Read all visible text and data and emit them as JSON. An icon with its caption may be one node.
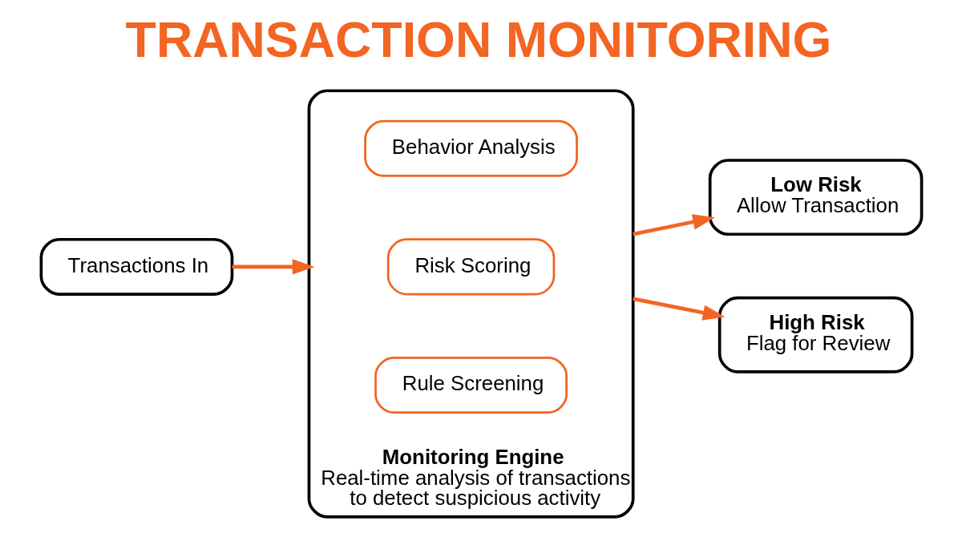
{
  "diagram": {
    "title": "TRANSACTION MONITORING",
    "nodes": [
      {
        "text": [
          "Transactions In"
        ]
      },
      {
        "text": [
          "Monitoring Engine",
          "Real-time analysis of transactions to detect suspicious activity"
        ]
      },
      {
        "text": [
          "Behavior Analysis"
        ],
        "in": 1
      },
      {
        "text": [
          "Risk Scoring"
        ],
        "in": 1
      },
      {
        "text": [
          "Rule Screening"
        ],
        "in": 1
      },
      {
        "text": [
          "Low Risk",
          "Allow Transaction"
        ]
      },
      {
        "text": [
          "High Risk",
          "Flag for Review"
        ]
      }
    ],
    "edges": [
      {
        "from": 0,
        "to": 1,
        "arrow": "to"
      },
      {
        "from": 1,
        "to": 5,
        "arrow": "to"
      },
      {
        "from": 1,
        "to": 6,
        "arrow": "to"
      }
    ]
  }
}
